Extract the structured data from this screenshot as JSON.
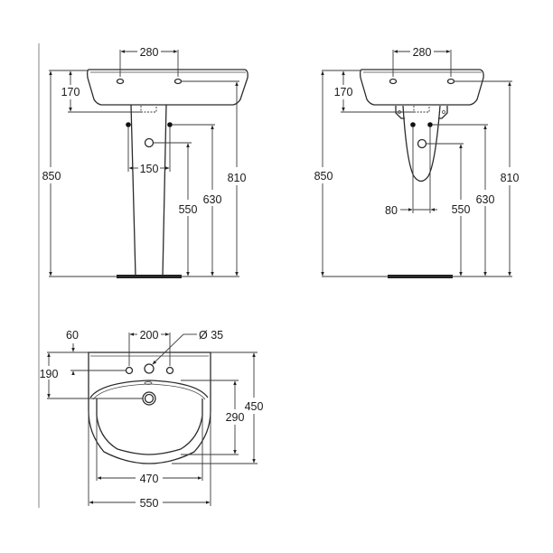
{
  "drawing": {
    "title": "Washbasin technical dimensions",
    "units": "mm",
    "views": [
      {
        "id": "pedestal-side-view",
        "description": "Washbasin with full pedestal, front elevation",
        "labels": {
          "tap_hole_spacing": "280",
          "basin_depth": "170",
          "overall_height": "850",
          "tap_hole_height": "810",
          "supply_height": "630",
          "waste_height": "550",
          "supply_spacing": "150"
        }
      },
      {
        "id": "semi-pedestal-side-view",
        "description": "Washbasin with semi-pedestal, front elevation",
        "labels": {
          "tap_hole_spacing": "280",
          "basin_depth": "170",
          "overall_height": "850",
          "tap_hole_height": "810",
          "supply_height": "630",
          "waste_height": "550",
          "supply_spacing": "80"
        }
      },
      {
        "id": "plan-view",
        "description": "Washbasin top plan view",
        "labels": {
          "tap_hole_offset": "60",
          "tap_hole_spacing": "200",
          "tap_hole_diameter": "Ø 35",
          "drain_offset": "190",
          "bowl_depth": "290",
          "overall_depth": "450",
          "bowl_width": "470",
          "overall_width": "550"
        }
      }
    ]
  }
}
